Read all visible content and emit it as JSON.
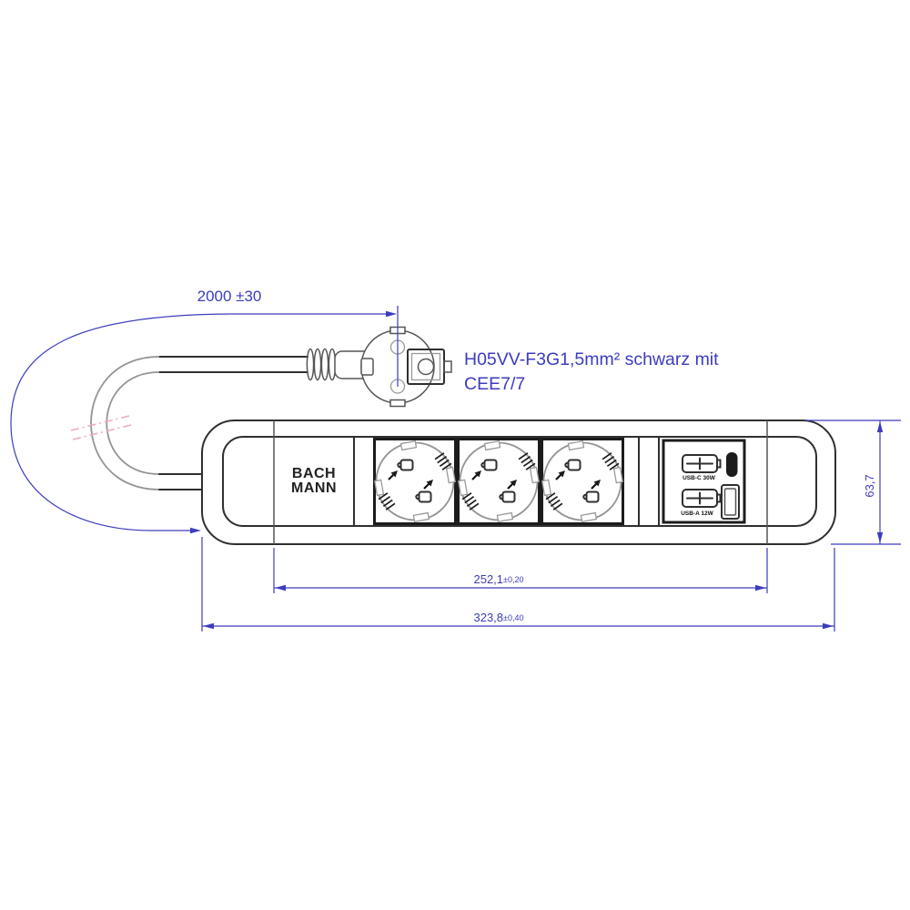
{
  "annotations": {
    "cable_length_dim": "2000 ±30",
    "cable_spec_line1": "H05VV-F3G1,5mm² schwarz mit",
    "cable_spec_line2": "CEE7/7",
    "inner_width_dim": {
      "value": "252,1",
      "tolerance": "±0,20"
    },
    "overall_width_dim": {
      "value": "323,8",
      "tolerance": "±0,40"
    },
    "depth_dim": "63,7"
  },
  "strip": {
    "brand_line1": "BACH",
    "brand_line2": "MANN",
    "socket_count": "3",
    "usb_c_label": "USB-C 30W",
    "usb_a_label": "USB-A 12W"
  },
  "colors": {
    "dimension_blue": "#3c3cbe",
    "drawing_line": "#2f2f2f",
    "break_mark_pink": "#ecaebc",
    "background": "#ffffff"
  }
}
